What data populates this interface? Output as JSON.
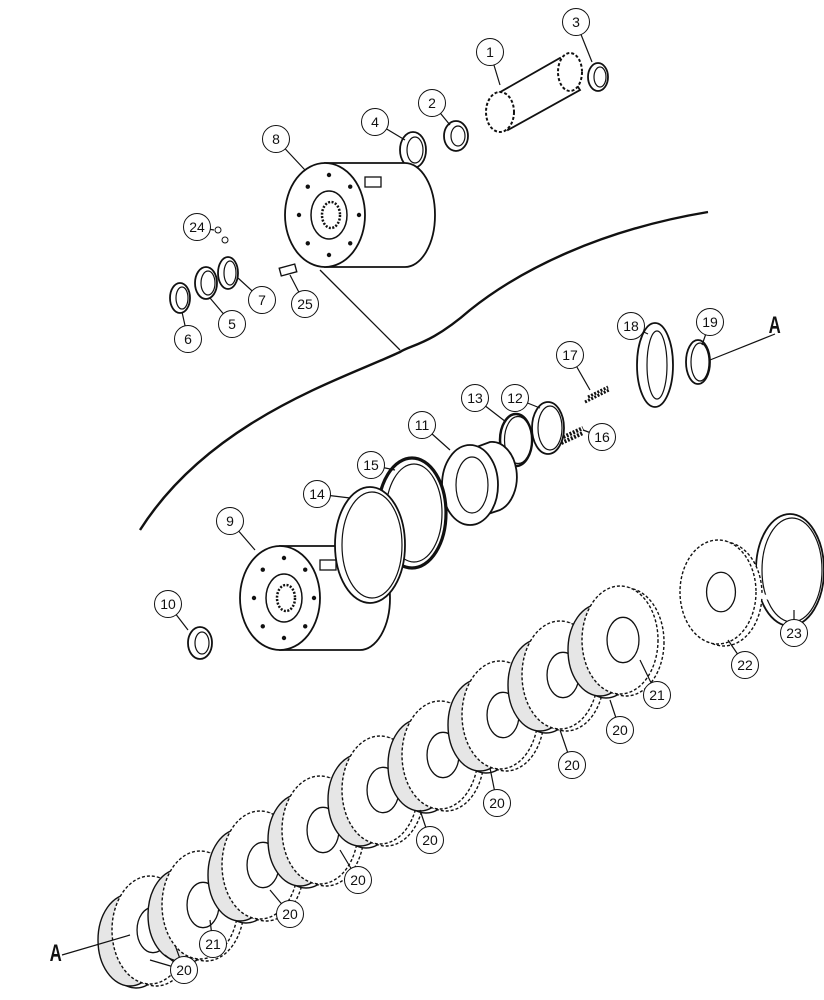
{
  "diagram": {
    "callouts": [
      "1",
      "3",
      "2",
      "4",
      "8",
      "24",
      "7",
      "25",
      "5",
      "6",
      "18",
      "19",
      "17",
      "12",
      "13",
      "16",
      "11",
      "15",
      "14",
      "9",
      "10",
      "22",
      "23",
      "21",
      "20",
      "20",
      "20",
      "20",
      "20",
      "20",
      "21",
      "20"
    ],
    "ref_top": "A",
    "ref_bottom": "A"
  }
}
